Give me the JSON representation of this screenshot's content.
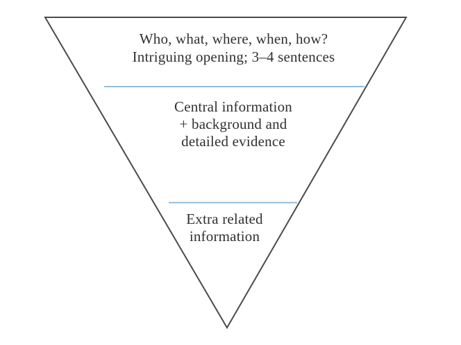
{
  "diagram": {
    "name": "inverted-pyramid",
    "sections": [
      {
        "lines": {
          "0": "Who, what, where, when, how?",
          "1": "Intriguing opening; 3–4 sentences"
        }
      },
      {
        "lines": {
          "0": "Central information",
          "1": "+ background and",
          "2": "detailed evidence"
        }
      },
      {
        "lines": {
          "0": "Extra related",
          "1": "information"
        }
      }
    ]
  },
  "colors": {
    "outline": "#4a4a4a",
    "divider": "#85b2d6",
    "text": "#332f2f",
    "background": "#ffffff"
  }
}
